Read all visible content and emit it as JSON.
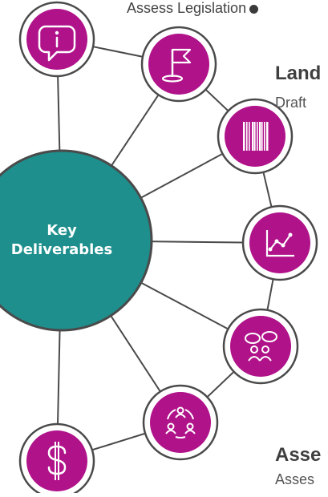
{
  "center": {
    "line1": "Key",
    "line2": "Deliverables",
    "color": "#1e8f8d"
  },
  "nodes": [
    {
      "icon": "info-speech-bubble-icon"
    },
    {
      "icon": "flag-icon"
    },
    {
      "icon": "barcode-icon"
    },
    {
      "icon": "line-chart-icon"
    },
    {
      "icon": "people-discussion-icon"
    },
    {
      "icon": "team-cycle-icon"
    },
    {
      "icon": "dollar-icon"
    }
  ],
  "colors": {
    "node_fill": "#b0128a",
    "node_ring": "#4a4a4a",
    "connector": "#4a4a4a"
  },
  "texts": {
    "top_line": "Assess Legislation",
    "heading_1": "Land",
    "sub_1": "Draft",
    "heading_2": "Asse",
    "sub_2": "Asses"
  }
}
